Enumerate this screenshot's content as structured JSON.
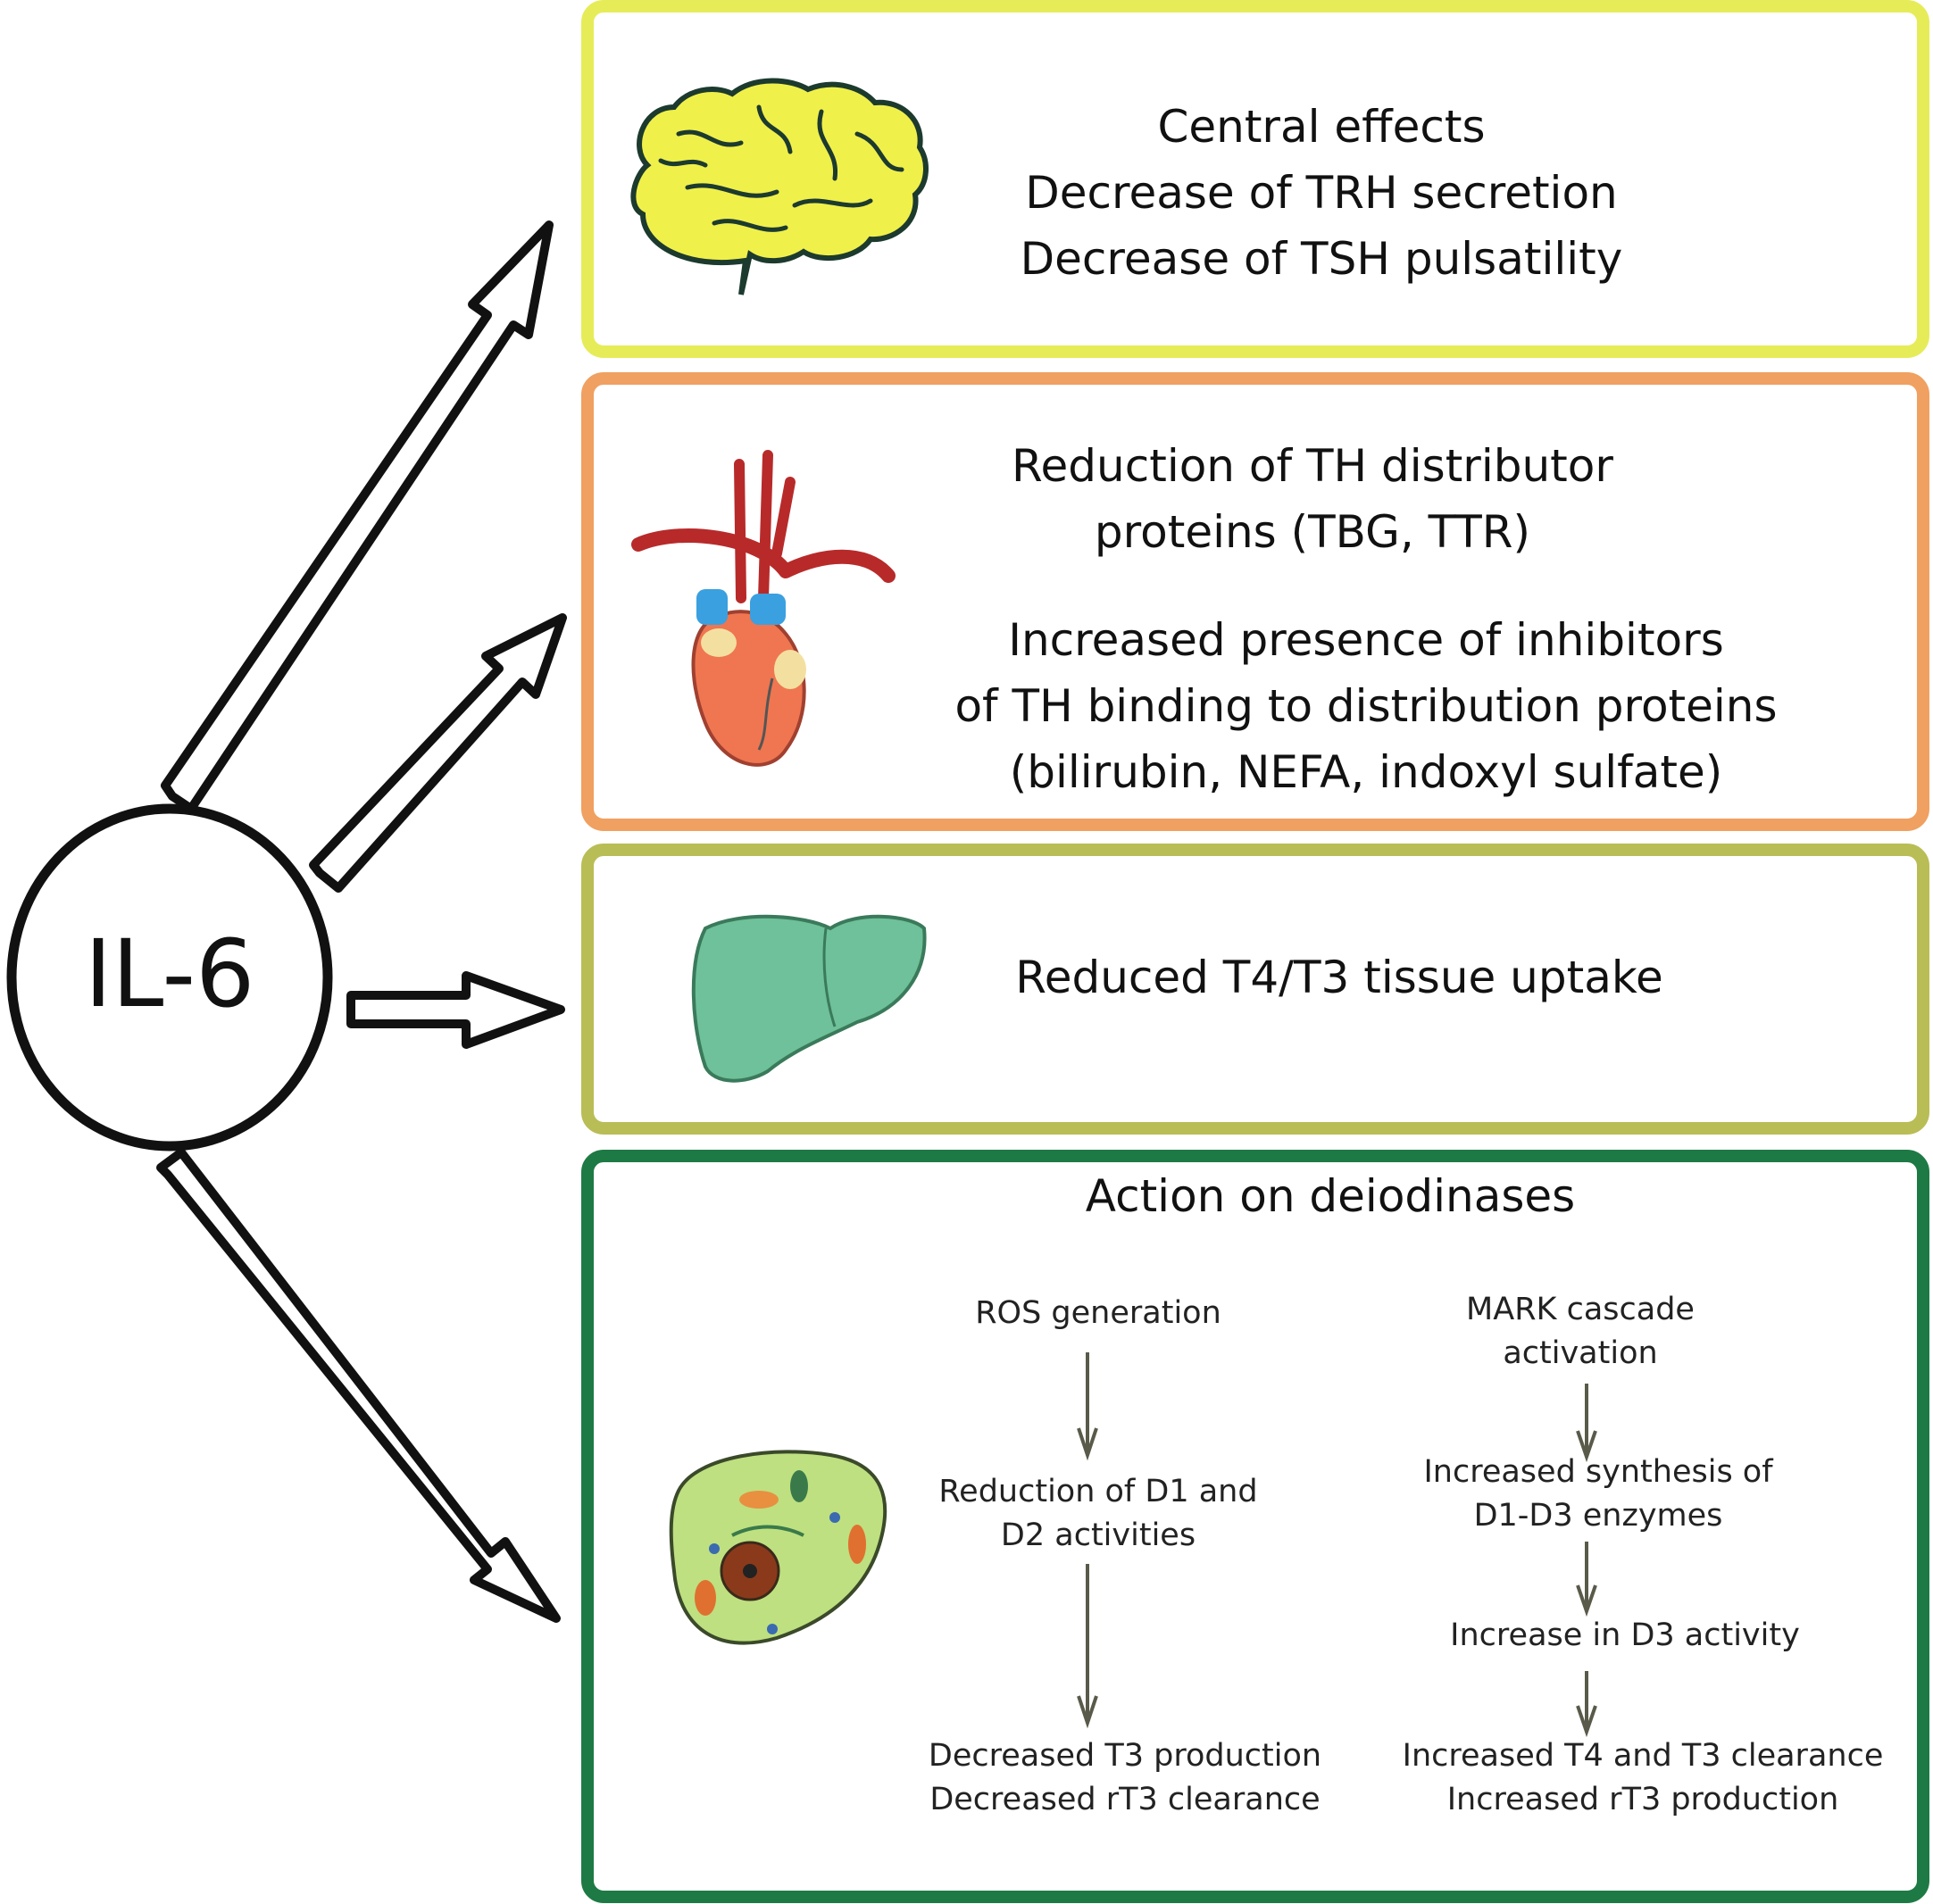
{
  "center": {
    "label": "IL-6"
  },
  "panels": {
    "central": {
      "icon": "brain-icon",
      "border_color": "#e6ec58",
      "lines": [
        "Central effects",
        "Decrease of TRH secretion",
        "Decrease of TSH pulsatility"
      ]
    },
    "distribution": {
      "icon": "heart-icon",
      "border_color": "#f0a060",
      "lines_a": [
        "Reduction of TH distributor",
        "proteins (TBG, TTR)"
      ],
      "lines_b": [
        "Increased presence of inhibitors",
        "of TH binding to distribution proteins",
        "(bilirubin, NEFA, indoxyl sulfate)"
      ]
    },
    "uptake": {
      "icon": "liver-icon",
      "border_color": "#b9bd55",
      "line": "Reduced T4/T3 tissue uptake"
    },
    "deiodinases": {
      "icon": "cell-icon",
      "border_color": "#1e7a44",
      "title": "Action on deiodinases",
      "left_flow": {
        "step1": "ROS generation",
        "step2": [
          "Reduction of D1 and",
          "D2 activities"
        ],
        "step3": [
          "Decreased T3 production",
          "Decreased rT3 clearance"
        ]
      },
      "right_flow": {
        "step1": [
          "MARK cascade",
          "activation"
        ],
        "step2": [
          "Increased synthesis of",
          "D1-D3 enzymes"
        ],
        "step3": "Increase in D3 activity",
        "step4": [
          "Increased T4 and T3 clearance",
          "Increased rT3 production"
        ]
      }
    }
  },
  "colors": {
    "flow_arrow": "#5a5a4a",
    "main_arrow": "#111111"
  }
}
